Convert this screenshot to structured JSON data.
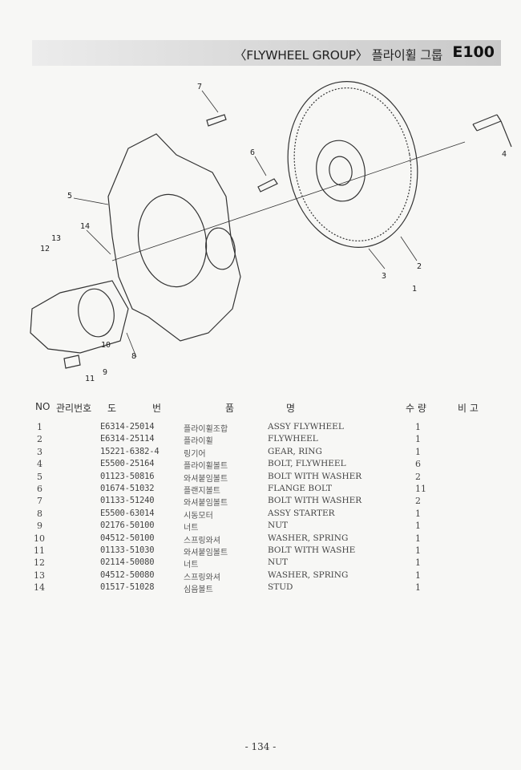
{
  "header": {
    "title": "〈FLYWHEEL GROUP〉 플라이휠 그룹",
    "code": "E100"
  },
  "diagram": {
    "callouts": [
      "1",
      "2",
      "3",
      "4",
      "5",
      "6",
      "7",
      "8",
      "9",
      "10",
      "11",
      "12",
      "13",
      "14"
    ]
  },
  "table": {
    "headers": {
      "no": "NO",
      "mgmt": "관리번호",
      "drawing_1": "도",
      "drawing_2": "번",
      "name_1": "품",
      "name_2": "명",
      "qty": "수 량",
      "remark": "비 고"
    },
    "rows": [
      {
        "no": "1",
        "code": "E6314-25014",
        "kor": "플라이휠조합",
        "name": "ASSY FLYWHEEL",
        "qty": "1"
      },
      {
        "no": "2",
        "code": "E6314-25114",
        "kor": "플라이휠",
        "name": "FLYWHEEL",
        "qty": "1"
      },
      {
        "no": "3",
        "code": "15221-6382-4",
        "kor": "링기어",
        "name": "GEAR, RING",
        "qty": "1"
      },
      {
        "no": "4",
        "code": "E5500-25164",
        "kor": "플라이휠볼트",
        "name": "BOLT, FLYWHEEL",
        "qty": "6"
      },
      {
        "no": "5",
        "code": "01123-50816",
        "kor": "와셔붙임볼트",
        "name": "BOLT WITH WASHER",
        "qty": "2"
      },
      {
        "no": "6",
        "code": "01674-51032",
        "kor": "플랜지볼트",
        "name": "FLANGE BOLT",
        "qty": "11"
      },
      {
        "no": "7",
        "code": "01133-51240",
        "kor": "와셔붙임볼트",
        "name": "BOLT WITH WASHER",
        "qty": "2"
      },
      {
        "no": "8",
        "code": "E5500-63014",
        "kor": "시동모터",
        "name": "ASSY STARTER",
        "qty": "1"
      },
      {
        "no": "9",
        "code": "02176-50100",
        "kor": "너트",
        "name": "NUT",
        "qty": "1"
      },
      {
        "no": "10",
        "code": "04512-50100",
        "kor": "스프링와셔",
        "name": "WASHER, SPRING",
        "qty": "1"
      },
      {
        "no": "11",
        "code": "01133-51030",
        "kor": "와셔붙임볼트",
        "name": "BOLT WITH WASHE",
        "qty": "1"
      },
      {
        "no": "12",
        "code": "02114-50080",
        "kor": "너트",
        "name": "NUT",
        "qty": "1"
      },
      {
        "no": "13",
        "code": "04512-50080",
        "kor": "스프링와셔",
        "name": "WASHER, SPRING",
        "qty": "1"
      },
      {
        "no": "14",
        "code": "01517-51028",
        "kor": "심음볼트",
        "name": "STUD",
        "qty": "1"
      }
    ]
  },
  "footer": {
    "page": "- 134 -"
  }
}
